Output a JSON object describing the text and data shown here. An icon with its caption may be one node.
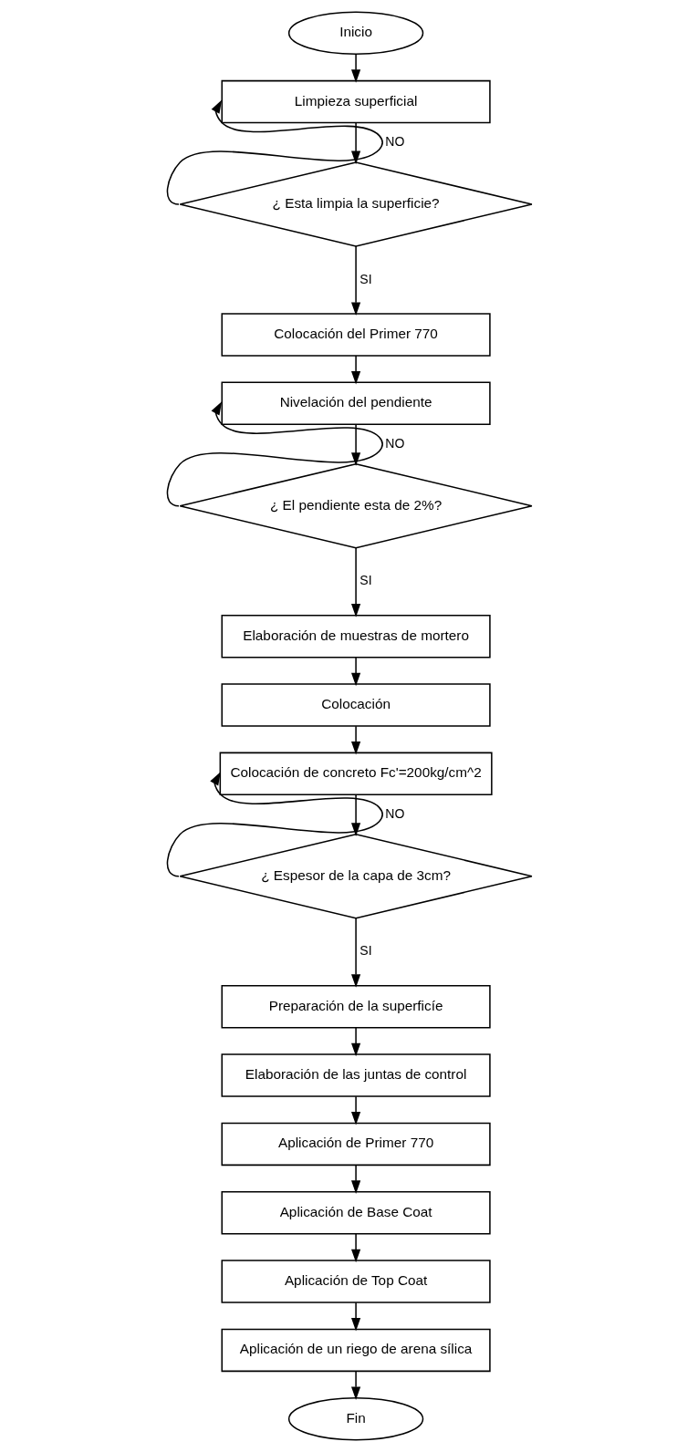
{
  "diagram": {
    "nodes": [
      {
        "text": [
          "Inicio"
        ]
      },
      {
        "text": [
          "Limpieza superficial"
        ]
      },
      {
        "text": [
          "¿ Esta limpia la superficie?"
        ]
      },
      {
        "text": [
          "Colocación del Primer 770"
        ]
      },
      {
        "text": [
          "Nivelación del pendiente"
        ]
      },
      {
        "text": [
          "¿ El pendiente esta de 2%?"
        ]
      },
      {
        "text": [
          "Elaboración de muestras de mortero"
        ]
      },
      {
        "text": [
          "Colocación"
        ]
      },
      {
        "text": [
          "Colocación de concreto Fc'=200kg/cm^2"
        ]
      },
      {
        "text": [
          "¿ Espesor de la capa de 3cm?"
        ]
      },
      {
        "text": [
          "Preparación de la superficíe"
        ]
      },
      {
        "text": [
          "Elaboración de las juntas de control"
        ]
      },
      {
        "text": [
          "Aplicación de Primer 770"
        ]
      },
      {
        "text": [
          "Aplicación de Base Coat"
        ]
      },
      {
        "text": [
          "Aplicación de Top Coat"
        ]
      },
      {
        "text": [
          "Aplicación de un riego de arena sílica"
        ]
      },
      {
        "text": [
          "Fin"
        ]
      }
    ],
    "edges": [
      {
        "from": 0,
        "to": 1,
        "arrow": "to"
      },
      {
        "from": 1,
        "to": 2,
        "arrow": "to"
      },
      {
        "from": 2,
        "to": 1,
        "arrow": "to",
        "label": "NO"
      },
      {
        "from": 2,
        "to": 3,
        "arrow": "to",
        "label": "SI"
      },
      {
        "from": 3,
        "to": 4,
        "arrow": "to"
      },
      {
        "from": 4,
        "to": 5,
        "arrow": "to"
      },
      {
        "from": 5,
        "to": 4,
        "arrow": "to",
        "label": "NO"
      },
      {
        "from": 5,
        "to": 6,
        "arrow": "to",
        "label": "SI"
      },
      {
        "from": 6,
        "to": 7,
        "arrow": "to"
      },
      {
        "from": 7,
        "to": 8,
        "arrow": "to"
      },
      {
        "from": 8,
        "to": 9,
        "arrow": "to"
      },
      {
        "from": 9,
        "to": 8,
        "arrow": "to",
        "label": "NO"
      },
      {
        "from": 9,
        "to": 10,
        "arrow": "to",
        "label": "SI"
      },
      {
        "from": 10,
        "to": 11,
        "arrow": "to"
      },
      {
        "from": 11,
        "to": 12,
        "arrow": "to"
      },
      {
        "from": 12,
        "to": 13,
        "arrow": "to"
      },
      {
        "from": 13,
        "to": 14,
        "arrow": "to"
      },
      {
        "from": 14,
        "to": 15,
        "arrow": "to"
      },
      {
        "from": 15,
        "to": 16,
        "arrow": "to"
      }
    ]
  }
}
